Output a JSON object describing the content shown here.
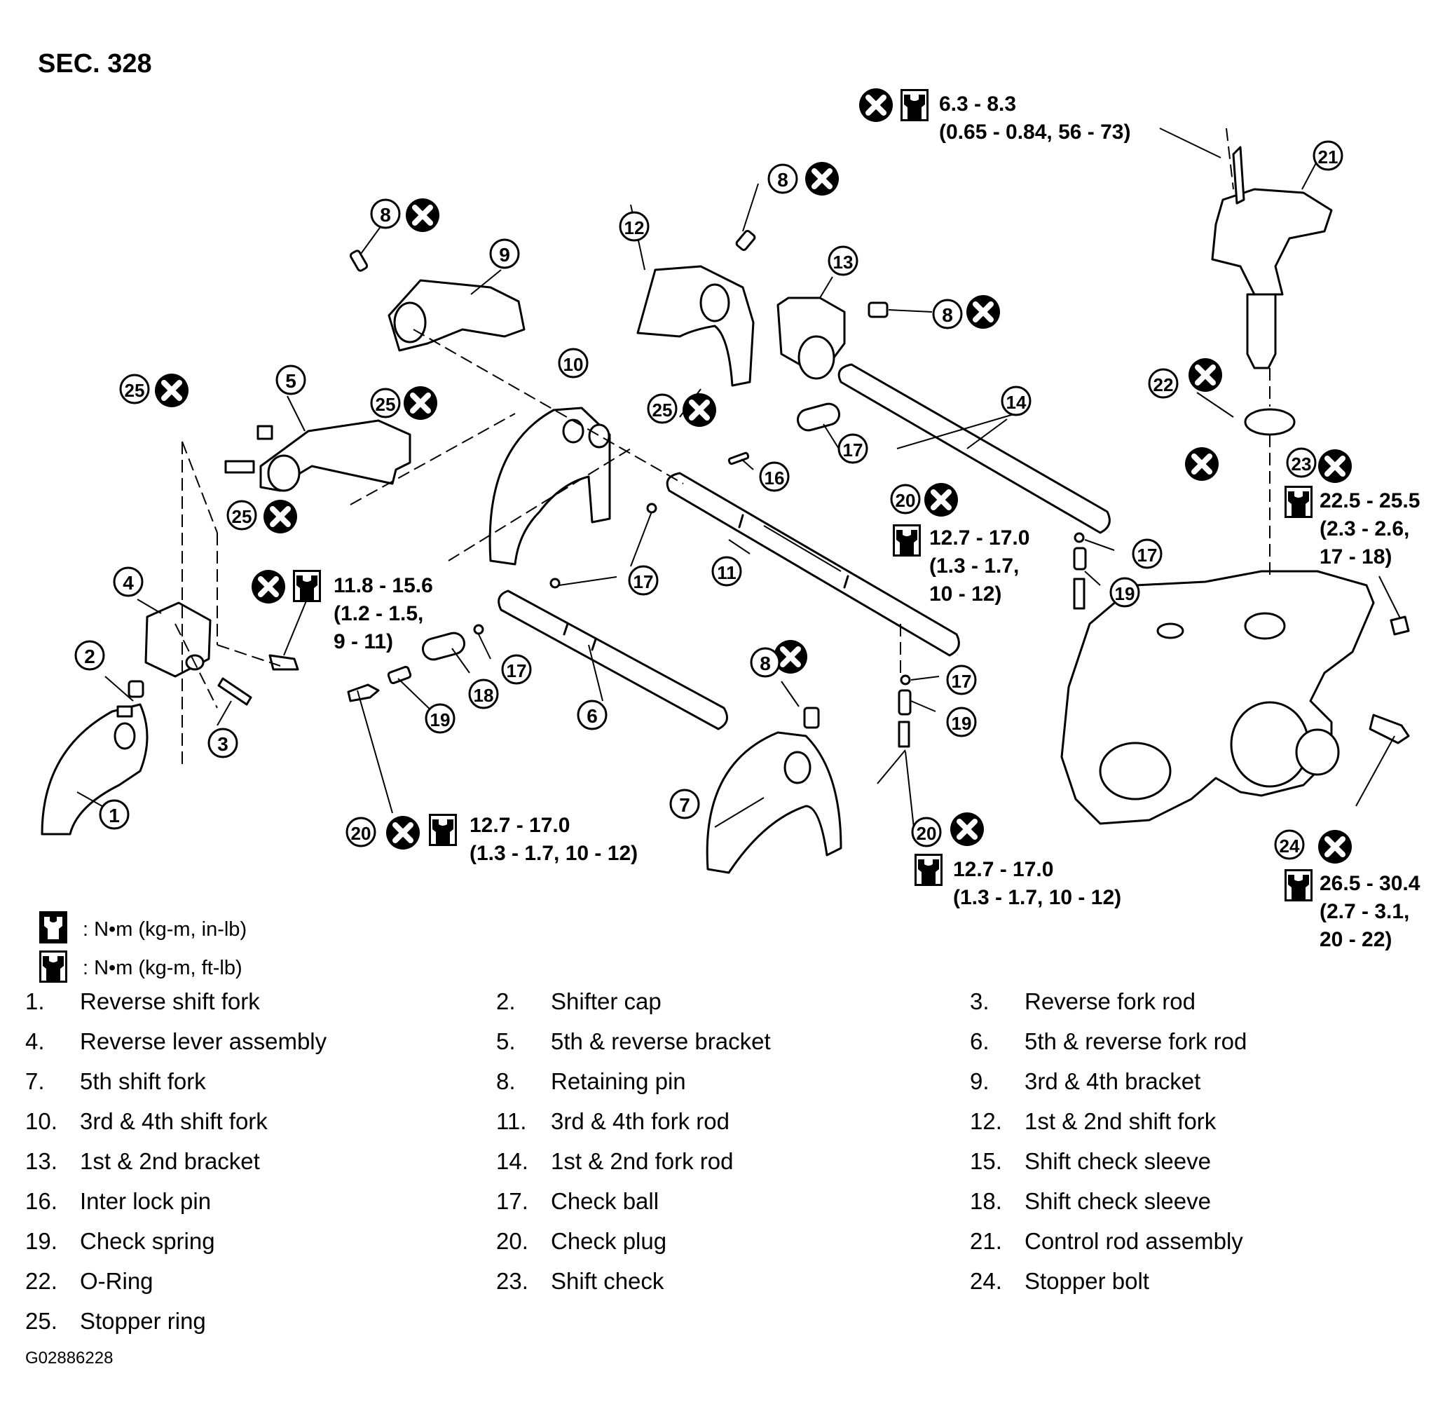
{
  "section": "SEC. 328",
  "figure_id": "G02886228",
  "callout_numbers": [
    "1",
    "2",
    "3",
    "4",
    "5",
    "6",
    "7",
    "8",
    "9",
    "10",
    "11",
    "12",
    "13",
    "14",
    "16",
    "17",
    "18",
    "19",
    "20",
    "21",
    "22",
    "23",
    "24",
    "25"
  ],
  "torques": {
    "t21_a": "6.3 - 8.3",
    "t21_b": "(0.65 - 0.84, 56 - 73)",
    "t23_a": "22.5 - 25.5",
    "t23_b": "(2.3 - 2.6,",
    "t23_c": "17 - 18)",
    "t4_a": "11.8 - 15.6",
    "t4_b": "(1.2 - 1.5,",
    "t4_c": "9 - 11)",
    "t20m_a": "12.7 - 17.0",
    "t20m_b": "(1.3 - 1.7,",
    "t20m_c": "10 - 12)",
    "t20l_a": "12.7 - 17.0",
    "t20l_b": "(1.3 - 1.7, 10 - 12)",
    "t20r_a": "12.7 - 17.0",
    "t20r_b": "(1.3 - 1.7, 10 - 12)",
    "t24_a": "26.5 - 30.4",
    "t24_b": "(2.7 - 3.1,",
    "t24_c": "20 - 22)"
  },
  "legend": [
    {
      "icon": "torque-in-lb-icon",
      "text": ":  N•m  (kg-m,  in-lb)"
    },
    {
      "icon": "torque-ft-lb-icon",
      "text": ":  N•m  (kg-m,  ft-lb)"
    }
  ],
  "parts": [
    {
      "num": "1.",
      "name": "Reverse shift fork"
    },
    {
      "num": "2.",
      "name": "Shifter cap"
    },
    {
      "num": "3.",
      "name": "Reverse fork rod"
    },
    {
      "num": "4.",
      "name": "Reverse lever assembly"
    },
    {
      "num": "5.",
      "name": "5th & reverse bracket"
    },
    {
      "num": "6.",
      "name": "5th & reverse fork rod"
    },
    {
      "num": "7.",
      "name": "5th shift fork"
    },
    {
      "num": "8.",
      "name": "Retaining pin"
    },
    {
      "num": "9.",
      "name": "3rd & 4th bracket"
    },
    {
      "num": "10.",
      "name": "3rd & 4th shift fork"
    },
    {
      "num": "11.",
      "name": "3rd & 4th fork rod"
    },
    {
      "num": "12.",
      "name": "1st & 2nd shift fork"
    },
    {
      "num": "13.",
      "name": "1st & 2nd bracket"
    },
    {
      "num": "14.",
      "name": "1st & 2nd fork rod"
    },
    {
      "num": "15.",
      "name": "Shift check sleeve"
    },
    {
      "num": "16.",
      "name": "Inter lock pin"
    },
    {
      "num": "17.",
      "name": "Check ball"
    },
    {
      "num": "18.",
      "name": "Shift check sleeve"
    },
    {
      "num": "19.",
      "name": "Check spring"
    },
    {
      "num": "20.",
      "name": "Check plug"
    },
    {
      "num": "21.",
      "name": "Control rod assembly"
    },
    {
      "num": "22.",
      "name": "O-Ring"
    },
    {
      "num": "23.",
      "name": "Shift check"
    },
    {
      "num": "24.",
      "name": "Stopper bolt"
    },
    {
      "num": "25.",
      "name": "Stopper ring"
    }
  ]
}
